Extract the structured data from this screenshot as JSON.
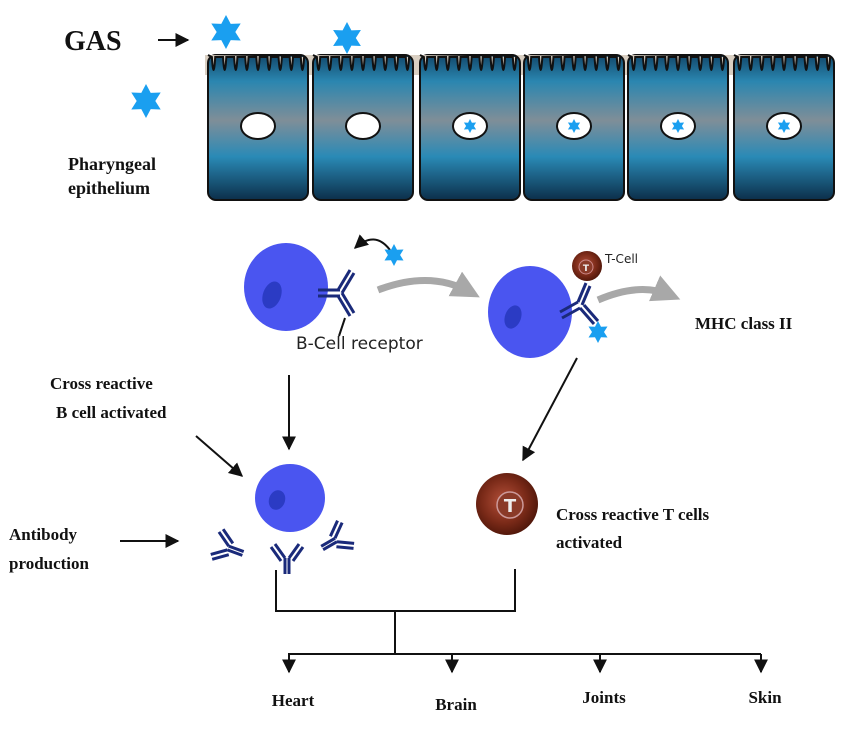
{
  "title": "GAS molecular mimicry pathway",
  "labels": {
    "gas": "GAS",
    "epithelium_line1": "Pharyngeal",
    "epithelium_line2": "epithelium",
    "b_cell_receptor": "B-Cell receptor",
    "t_cell_small": "T-Cell",
    "t_glyph": "T",
    "mhc": "MHC class II",
    "cross_b_line1": "Cross  reactive",
    "cross_b_line2": "B cell activated",
    "antibody_line1": "Antibody",
    "antibody_line2": "production",
    "cross_t_line1": "Cross reactive T cells",
    "cross_t_line2": "activated"
  },
  "targets": [
    "Heart",
    "Brain",
    "Joints",
    "Skin"
  ],
  "epithelium": {
    "cell_count": 6,
    "cells_with_bacteria": [
      false,
      false,
      true,
      true,
      true,
      true
    ]
  },
  "colors": {
    "bacteria": "#1a9ff0",
    "b_cell": "#4a55f0",
    "b_nucleus": "#2b3bc4",
    "t_cell": "#7a2a18",
    "antibody": "#1a2a7a",
    "cell_top": "#1b5f86",
    "cell_mid": "#7a8c96",
    "cell_bottom": "#0f3550",
    "flow_arrow": "#a8a8a8"
  }
}
